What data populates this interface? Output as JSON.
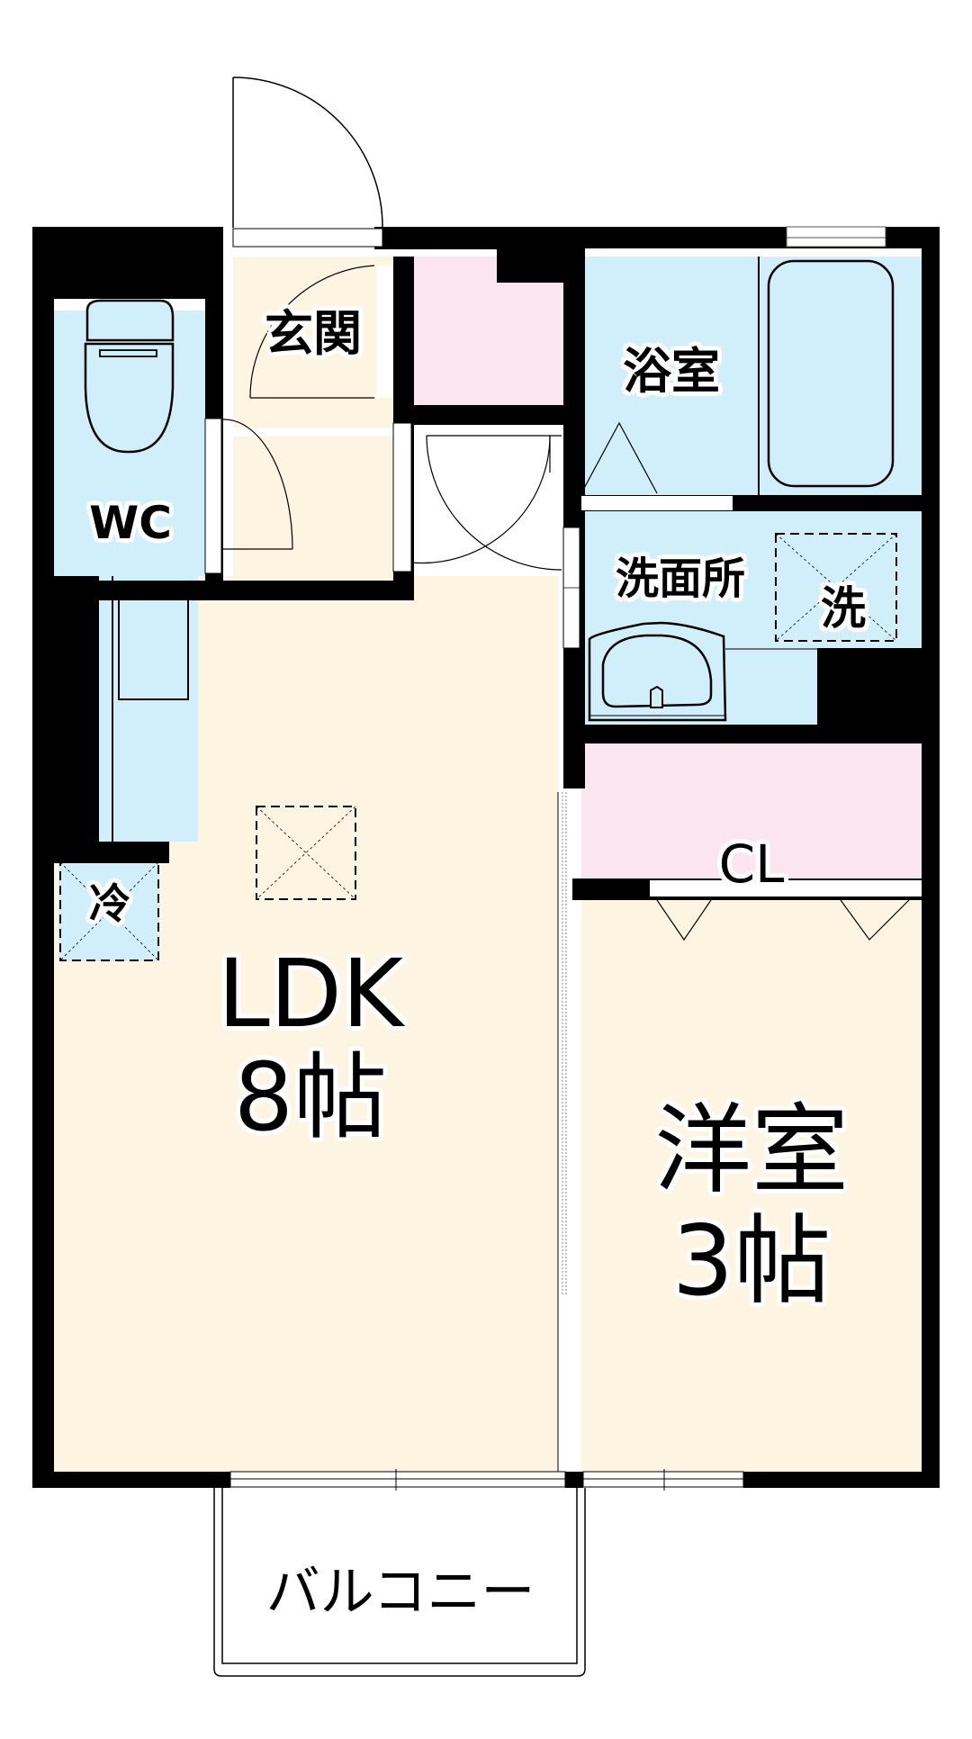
{
  "floorplan": {
    "colors": {
      "wall": "#000000",
      "wet_area": "#d1eefb",
      "living": "#fdf5e2",
      "storage": "#fbe6f0",
      "outside": "#ffffff"
    },
    "rooms": {
      "entrance": {
        "label": "玄関"
      },
      "toilet": {
        "label": "WC"
      },
      "bathroom": {
        "label": "浴室"
      },
      "washroom": {
        "label": "洗面所"
      },
      "washer_space": {
        "label": "洗"
      },
      "closet": {
        "label": "CL"
      },
      "ldk": {
        "label": "LDK",
        "size": "8帖"
      },
      "fridge_space": {
        "label": "冷"
      },
      "western_room": {
        "label": "洋室",
        "size": "3帖"
      },
      "balcony": {
        "label": "バルコニー"
      }
    }
  }
}
